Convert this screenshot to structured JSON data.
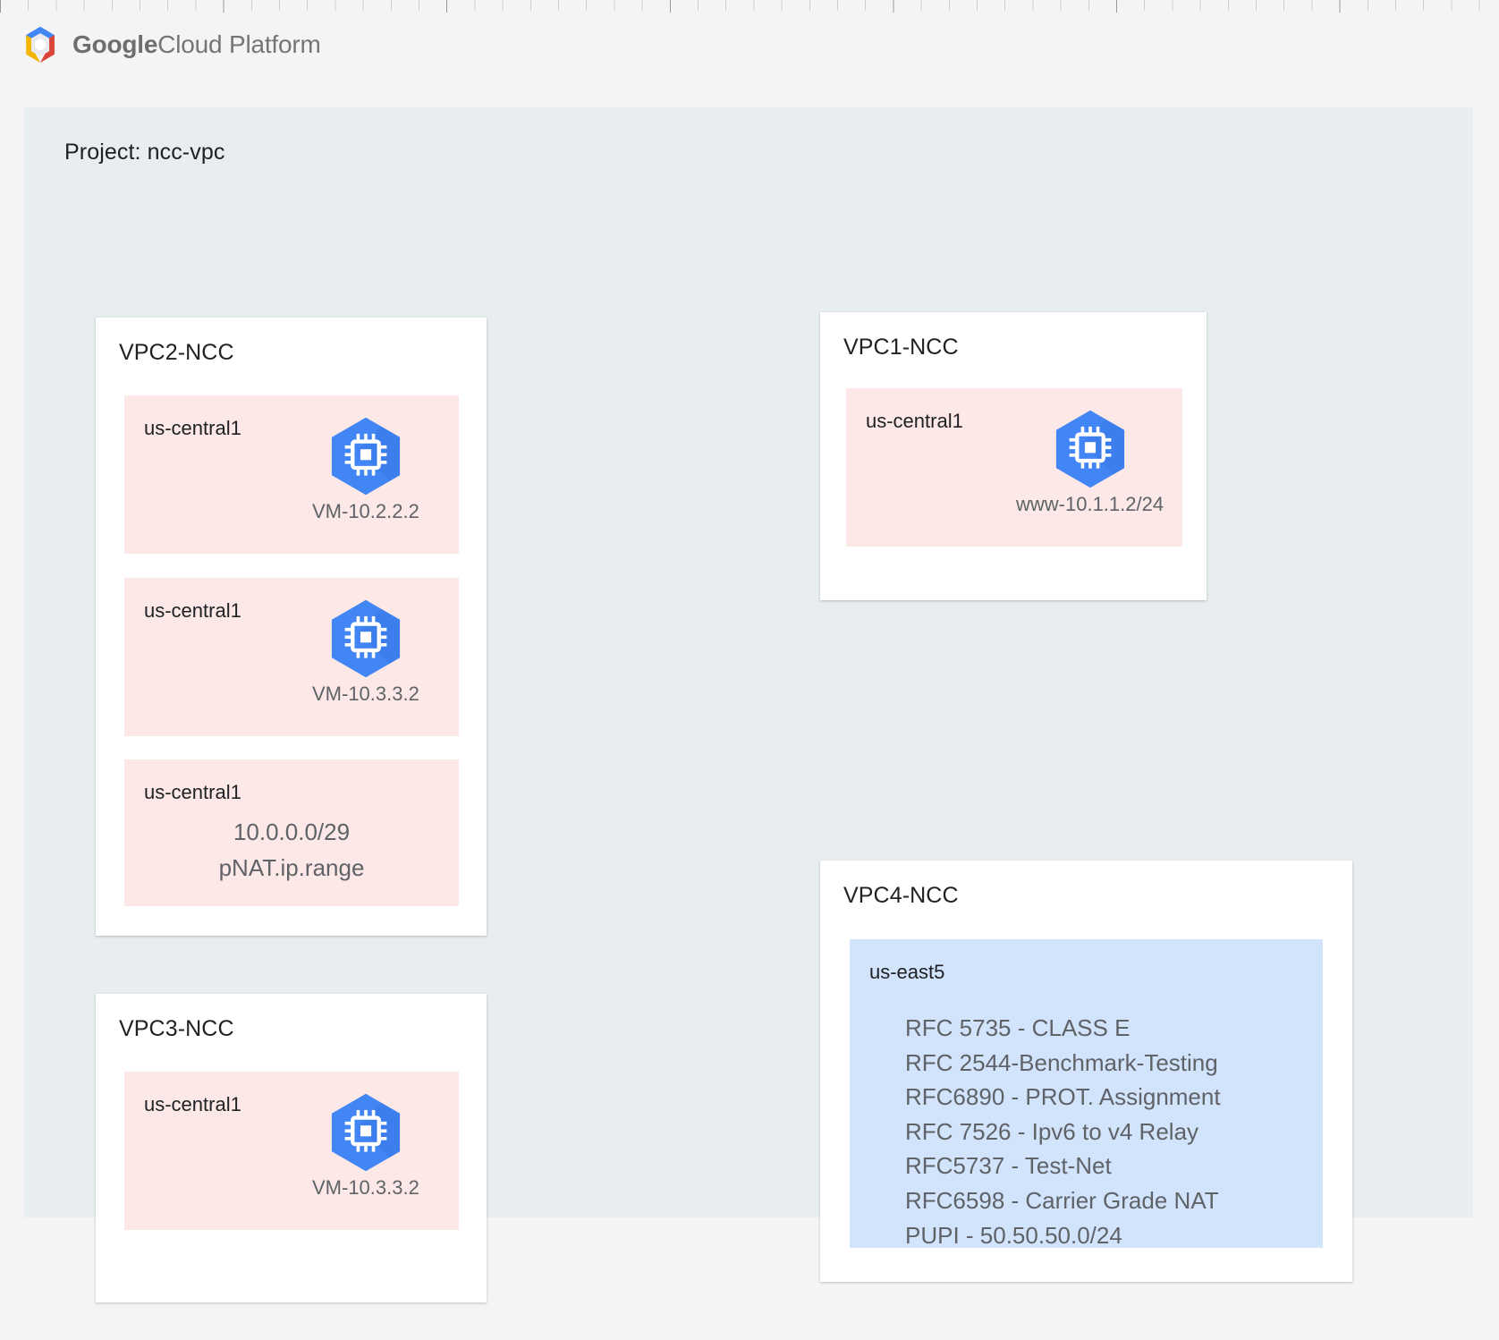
{
  "brand": {
    "logo_icon": "google-cloud-hexagon-logo",
    "word1": "Google",
    "word2": "Cloud Platform"
  },
  "project": {
    "title": "Project: ncc-vpc"
  },
  "colors": {
    "page_background": "#f4f4f4",
    "project_panel": "#e8edf0",
    "card_background": "#ffffff",
    "subnet_pink": "#fce8e6",
    "subnet_blue": "#d2e3fc",
    "vm_icon_blue": "#4285f4",
    "vm_icon_blue_shadow": "#3b78e7",
    "text_primary": "#202124",
    "text_secondary": "#5f6368"
  },
  "vpcs": [
    {
      "id": "vpc2",
      "title": "VPC2-NCC",
      "subnets": [
        {
          "region": "us-central1",
          "type": "pink",
          "node": {
            "icon": "vm-instance-icon",
            "label": "VM-10.2.2.2"
          }
        },
        {
          "region": "us-central1",
          "type": "pink",
          "node": {
            "icon": "vm-instance-icon",
            "label": "VM-10.3.3.2"
          }
        },
        {
          "region": "us-central1",
          "type": "pink",
          "text_lines": [
            "10.0.0.0/29",
            "pNAT.ip.range"
          ]
        }
      ]
    },
    {
      "id": "vpc3",
      "title": "VPC3-NCC",
      "subnets": [
        {
          "region": "us-central1",
          "type": "pink",
          "node": {
            "icon": "vm-instance-icon",
            "label": "VM-10.3.3.2"
          }
        }
      ]
    },
    {
      "id": "vpc1",
      "title": "VPC1-NCC",
      "subnets": [
        {
          "region": "us-central1",
          "type": "pink",
          "node": {
            "icon": "vm-instance-icon",
            "label": "www-10.1.1.2/24"
          }
        }
      ]
    },
    {
      "id": "vpc4",
      "title": "VPC4-NCC",
      "subnets": [
        {
          "region": "us-east5",
          "type": "blue",
          "rfc_lines": [
            "RFC 5735 - CLASS E",
            "RFC 2544-Benchmark-Testing",
            "RFC6890 - PROT. Assignment",
            "RFC 7526 - Ipv6 to v4 Relay",
            "RFC5737 - Test-Net",
            "RFC6598 - Carrier Grade NAT",
            "PUPI - 50.50.50.0/24"
          ]
        }
      ]
    }
  ]
}
